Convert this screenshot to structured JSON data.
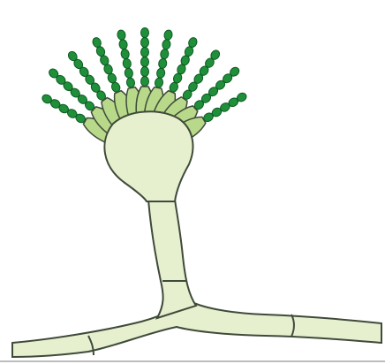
{
  "diagram": {
    "subject": "aspergillus-conidiophore",
    "labels": [],
    "colors": {
      "cell_fill": "#e6f0cf",
      "phialide_fill": "#b9d98a",
      "outline": "#3f4a3a",
      "conidia": "#1f8f3a",
      "conidia_outline": "#0d5a22",
      "baseline": "#bdbdbd"
    },
    "counts": {
      "phialides": 11,
      "conidia_chains": 11
    }
  }
}
